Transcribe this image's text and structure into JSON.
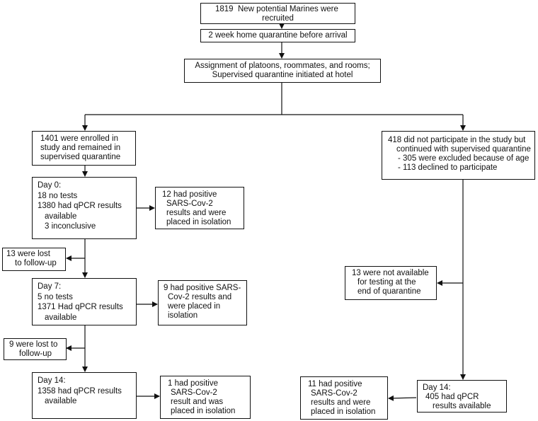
{
  "boxes": {
    "recruited": {
      "lines": [
        "1819  New potential Marines were",
        "recruited"
      ]
    },
    "home_quarantine": {
      "lines": [
        "2 week home quarantine before arrival"
      ]
    },
    "assignment": {
      "lines": [
        "Assignment of platoons, roommates, and rooms;",
        "Supervised quarantine initiated at hotel"
      ]
    },
    "enrolled": {
      "lines": [
        "1401 were enrolled in",
        "study and remained in",
        "supervised quarantine"
      ]
    },
    "not_participate": {
      "lines": [
        "418 did not participate in the study but",
        "continued with supervised quarantine",
        "- 305 were excluded because of age",
        "- 113 declined to participate"
      ]
    },
    "day0": {
      "lines": [
        "Day 0:",
        "18 no tests",
        "1380 had qPCR results",
        "available",
        "3 inconclusive"
      ]
    },
    "day0_positive": {
      "lines": [
        "12 had positive",
        "SARS-Cov-2",
        "results and were",
        "placed in isolation"
      ]
    },
    "lost13": {
      "lines": [
        "13 were lost",
        "to follow-up"
      ]
    },
    "day7": {
      "lines": [
        "Day 7:",
        "5 no tests",
        "1371 Had qPCR results",
        "available"
      ]
    },
    "day7_positive": {
      "lines": [
        "9 had positive SARS-",
        "Cov-2 results and",
        "were placed in",
        "isolation"
      ]
    },
    "lost9": {
      "lines": [
        "9 were lost to",
        "follow-up"
      ]
    },
    "day14": {
      "lines": [
        "Day 14:",
        "1358 had qPCR results",
        "available"
      ]
    },
    "day14_positive": {
      "lines": [
        "1 had positive",
        "SARS-Cov-2",
        "result and was",
        "placed in isolation"
      ]
    },
    "not_available": {
      "lines": [
        "13 were not available",
        "for testing at the",
        "end of quarantine"
      ]
    },
    "day14_right": {
      "lines": [
        "Day 14:",
        "405 had qPCR",
        "results available"
      ]
    },
    "day14_right_positive": {
      "lines": [
        "11 had positive",
        "SARS-Cov-2",
        "results and were",
        "placed in isolation"
      ]
    }
  }
}
